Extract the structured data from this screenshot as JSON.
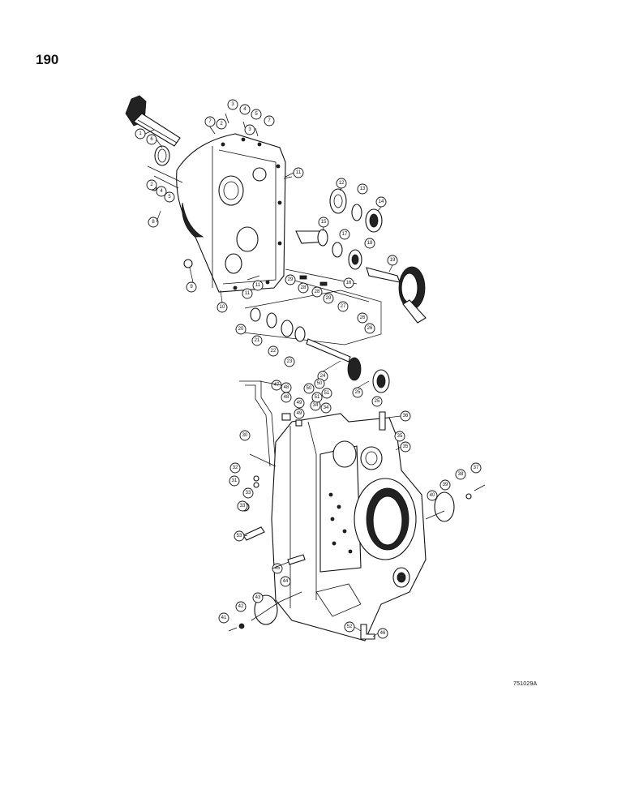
{
  "page_number": "190",
  "figure_code": "751029A",
  "callouts": [
    "1",
    "2",
    "3",
    "4",
    "5",
    "6",
    "7",
    "8",
    "9",
    "10",
    "11",
    "12",
    "13",
    "14",
    "15",
    "16",
    "17",
    "18",
    "19",
    "20",
    "21",
    "22",
    "23",
    "24",
    "25",
    "26",
    "27",
    "28",
    "29",
    "30",
    "31",
    "32",
    "33",
    "34",
    "35",
    "36",
    "37",
    "38",
    "39",
    "40",
    "41",
    "42",
    "43",
    "44",
    "45",
    "46",
    "47",
    "48",
    "49",
    "50",
    "51",
    "52",
    "53",
    "7",
    "5",
    "4",
    "3",
    "2",
    "11",
    "11",
    "29",
    "28",
    "25",
    "26",
    "35",
    "33",
    "48",
    "49",
    "51",
    "50",
    "34"
  ]
}
